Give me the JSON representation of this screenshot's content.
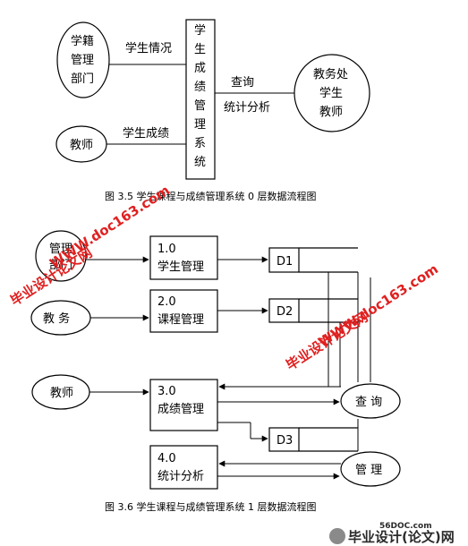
{
  "figure35": {
    "entity_left_top": [
      "学籍",
      "管理",
      "部门"
    ],
    "entity_left_bottom": "教师",
    "system_box": [
      "学",
      "生",
      "成",
      "绩",
      "管",
      "理",
      "系",
      "统"
    ],
    "entity_right": [
      "教务处",
      "学生",
      "教师"
    ],
    "flow_top": "学生情况",
    "flow_bottom": "学生成绩",
    "flow_query": "查询",
    "flow_stats": "统计分析",
    "caption": "图 3.5   学生课程与成绩管理系统 0 层数据流程图"
  },
  "figure36": {
    "entity_1": [
      "管理",
      "部门"
    ],
    "entity_2": "教  务",
    "entity_3": "教师",
    "entity_query": "查 询",
    "entity_manage": "管 理",
    "proc1_num": "1.0",
    "proc1_label": "学生管理",
    "proc2_num": "2.0",
    "proc2_label": "课程管理",
    "proc3_num": "3.0",
    "proc3_label": "成绩管理",
    "proc4_num": "4.0",
    "proc4_label": "统计分析",
    "store_d1": "D1",
    "store_d2": "D2",
    "store_d3": "D3",
    "caption": "图 3.6    学生课程与成绩管理系统 1 层数据流程图"
  },
  "watermarks": {
    "line1": "WWW.doc163.com",
    "line2": "毕业设计论文网",
    "line3": "毕业设计论文网",
    "line4": "WWW.doc163.com"
  },
  "footer": {
    "site": "56DOC.com",
    "brand": "毕业设计(论文)网"
  }
}
